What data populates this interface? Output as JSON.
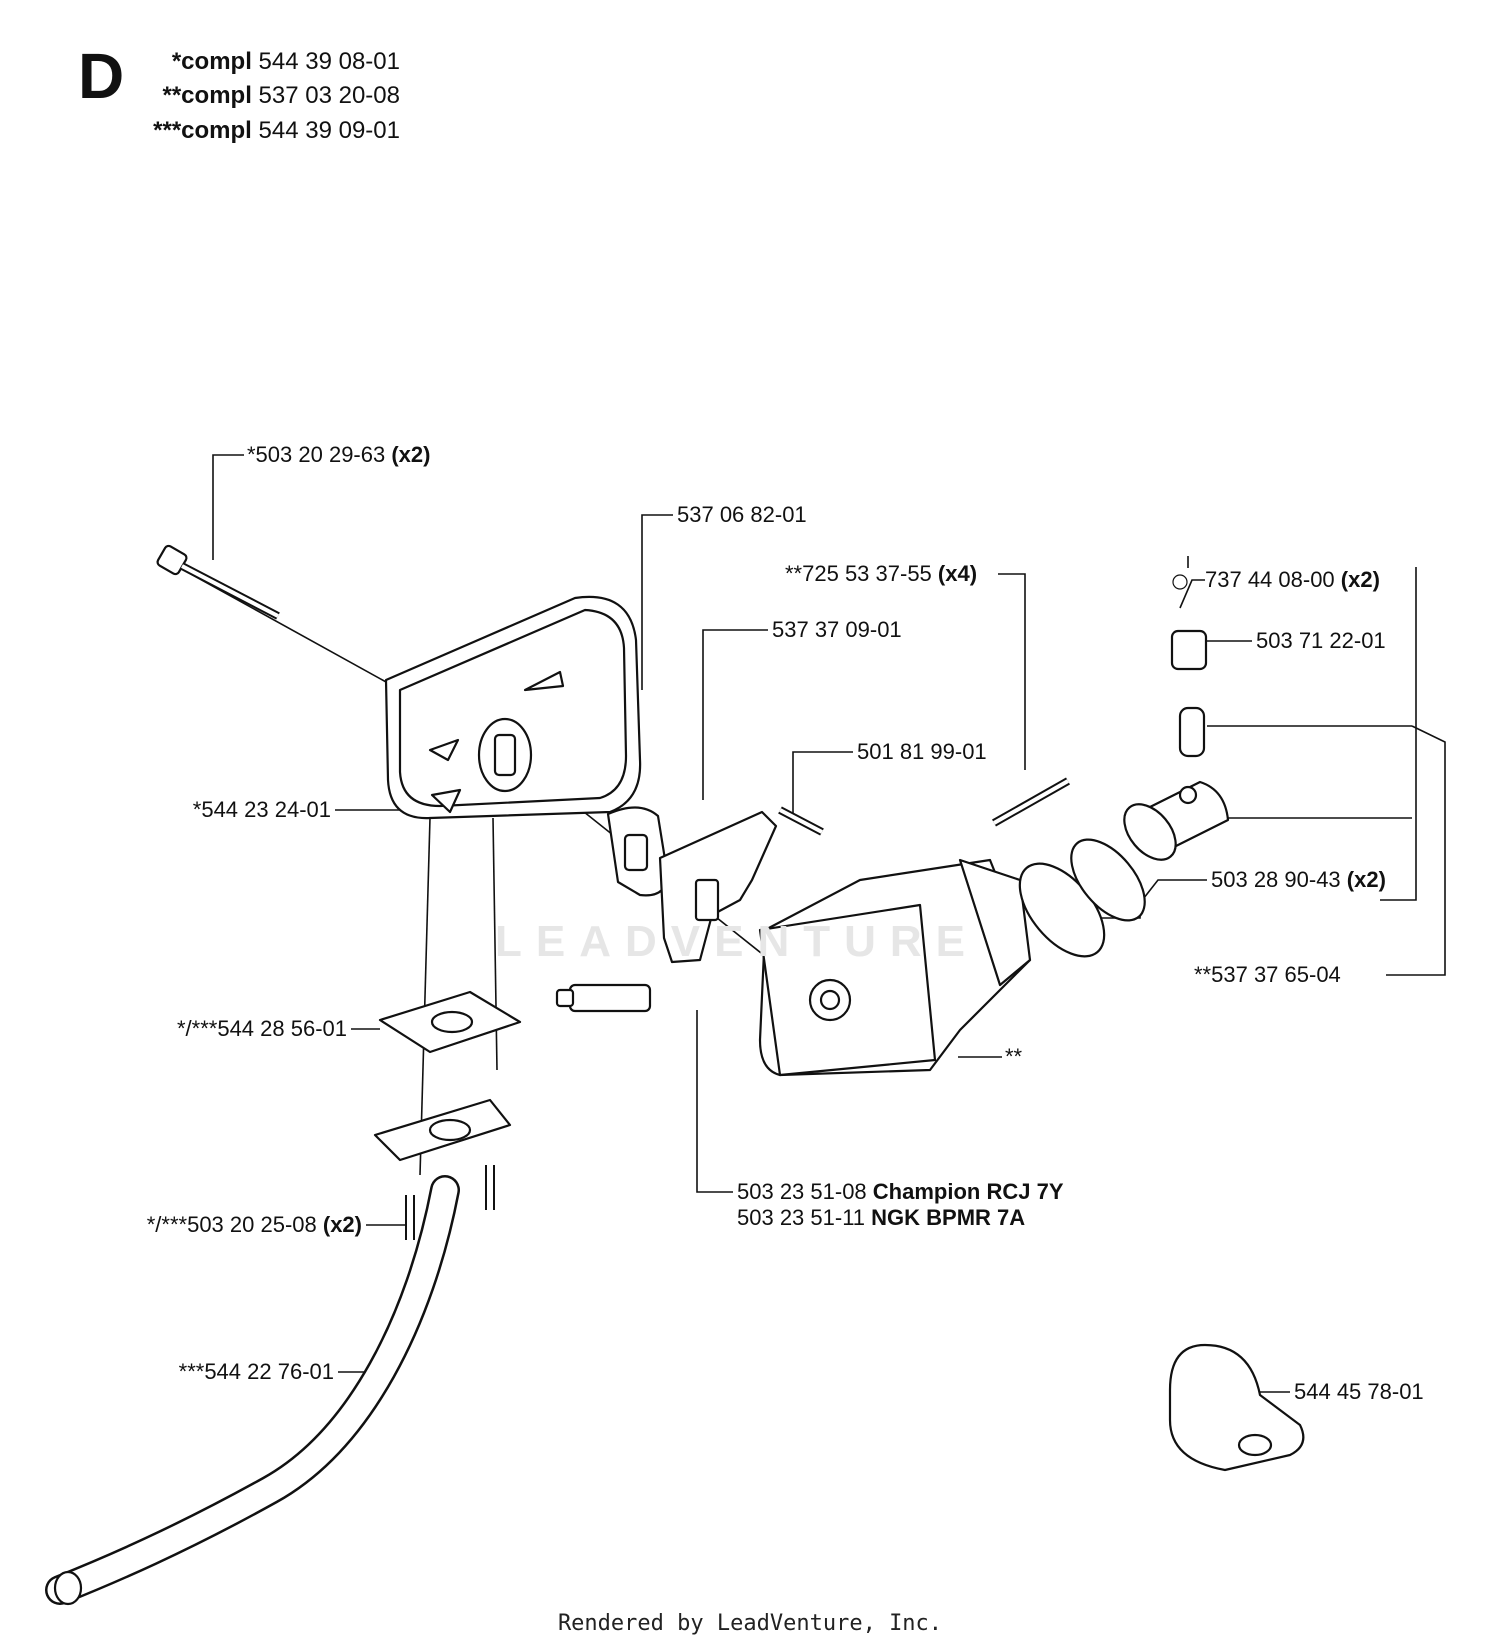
{
  "header": {
    "section": "D",
    "kits": [
      {
        "label": "*compl",
        "number": "544 39 08-01"
      },
      {
        "label": "**compl",
        "number": "537 03 20-08"
      },
      {
        "label": "***compl",
        "number": "544 39 09-01"
      }
    ]
  },
  "parts": {
    "bolt": {
      "number": "*503 20 29-63",
      "qty": "(x2)"
    },
    "gasket_a": {
      "number": "537 06 82-01"
    },
    "screw_x4": {
      "number": "**725 53 37-55",
      "qty": "(x4)"
    },
    "plate": {
      "number": "537 37 09-01"
    },
    "screw_b": {
      "number": "501 81 99-01"
    },
    "muffler": {
      "number": "*544 23 24-01"
    },
    "circlip": {
      "number": "737 44 08-00",
      "qty": "(x2)"
    },
    "bearing": {
      "number": "503 71 22-01"
    },
    "rings": {
      "number": "503 28 90-43",
      "qty": "(x2)"
    },
    "cyl_kit": {
      "number": "**537 37 65-04"
    },
    "gasket_b": {
      "number": "*/***544 28 56-01"
    },
    "cyl_mark": {
      "number": "**"
    },
    "plug": {
      "line1_number": "503 23 51-08",
      "line1_brand": "Champion RCJ 7Y",
      "line2_number": "503 23 51-11",
      "line2_brand": "NGK BPMR 7A"
    },
    "screw_c": {
      "number": "*/***503 20 25-08",
      "qty": "(x2)"
    },
    "pipe": {
      "number": "***544 22 76-01"
    },
    "clamp": {
      "number": "544 45 78-01"
    }
  },
  "watermark": "LEADVENTURE",
  "footer": "Rendered by LeadVenture, Inc."
}
